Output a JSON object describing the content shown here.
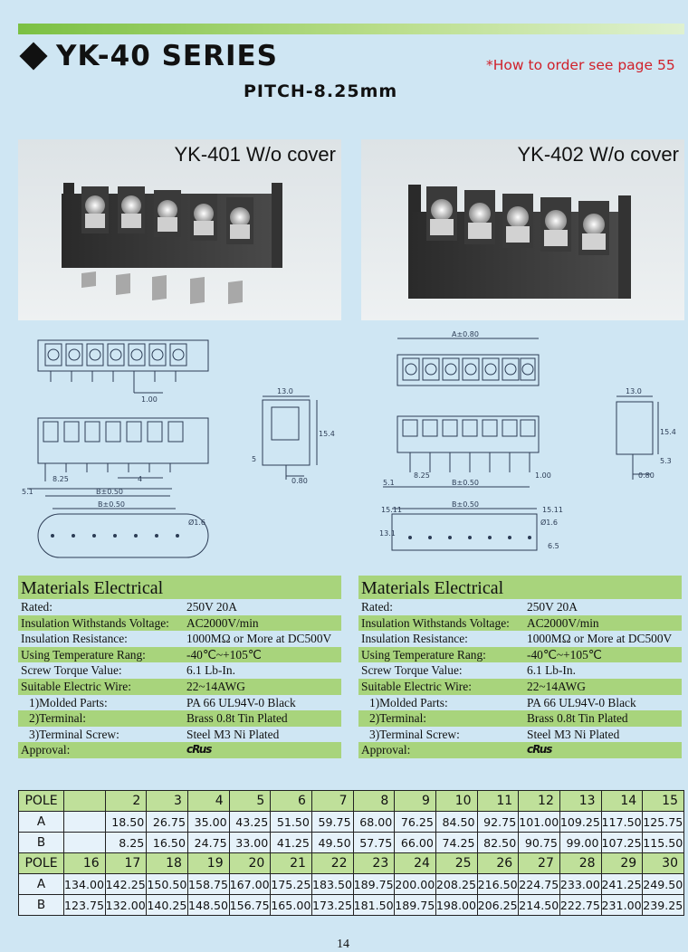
{
  "header": {
    "series_title": "YK-40 SERIES",
    "order_note": "*How to order see page 55",
    "pitch": "PITCH-8.25mm"
  },
  "colors": {
    "accent_green": "#a8d47c",
    "order_red": "#d0202a",
    "background": "#cfe6f3"
  },
  "products": [
    {
      "caption": "YK-401 W/o cover"
    },
    {
      "caption": "YK-402 W/o cover"
    }
  ],
  "drawings": {
    "left": {
      "dim_100": "1.00",
      "dim_130": "13.0",
      "dim_154": "15.4",
      "dim_5": "5",
      "dim_080": "0.80",
      "dim_825": "8.25",
      "dim_4": "4",
      "dim_51": "5.1",
      "dim_B": "B±0.50",
      "dim_B2": "B±0.50",
      "dim_phi": "Ø1.6"
    },
    "right": {
      "dim_A": "A±0.80",
      "dim_130": "13.0",
      "dim_154": "15.4",
      "dim_53": "5.3",
      "dim_080": "0.80",
      "dim_825": "8.25",
      "dim_100": "1.00",
      "dim_51": "5.1",
      "dim_B": "B±0.50",
      "dim_1511a": "15.11",
      "dim_1511b": "15.11",
      "dim_B2": "B±0.50",
      "dim_131": "13.1",
      "dim_phi": "Ø1.6",
      "dim_65": "6.5"
    }
  },
  "materials": {
    "heading": "Materials Electrical",
    "rows": [
      {
        "key": "Rated:",
        "value": "250V  20A"
      },
      {
        "key": "Insulation Withstands Voltage:",
        "value": "AC2000V/min"
      },
      {
        "key": "Insulation Resistance:",
        "value": "1000MΩ or More at DC500V"
      },
      {
        "key": "Using Temperature Rang:",
        "value": "-40℃~+105℃"
      },
      {
        "key": "Screw Torque Value:",
        "value": "6.1 Lb-In."
      },
      {
        "key": "Suitable Electric Wire:",
        "value": "22~14AWG"
      },
      {
        "key": "1)Molded Parts:",
        "value": "PA 66 UL94V-0 Black"
      },
      {
        "key": "2)Terminal:",
        "value": "Brass 0.8t Tin Plated"
      },
      {
        "key": "3)Terminal Screw:",
        "value": "Steel M3 Ni Plated"
      },
      {
        "key": "Approval:",
        "value": "cRus"
      }
    ]
  },
  "table": {
    "pole_label": "POLE",
    "a_label": "A",
    "b_label": "B",
    "poles_1": [
      "",
      "2",
      "3",
      "4",
      "5",
      "6",
      "7",
      "8",
      "9",
      "10",
      "11",
      "12",
      "13",
      "14",
      "15"
    ],
    "a_1": [
      "",
      "18.50",
      "26.75",
      "35.00",
      "43.25",
      "51.50",
      "59.75",
      "68.00",
      "76.25",
      "84.50",
      "92.75",
      "101.00",
      "109.25",
      "117.50",
      "125.75"
    ],
    "b_1": [
      "",
      "8.25",
      "16.50",
      "24.75",
      "33.00",
      "41.25",
      "49.50",
      "57.75",
      "66.00",
      "74.25",
      "82.50",
      "90.75",
      "99.00",
      "107.25",
      "115.50"
    ],
    "poles_2": [
      "16",
      "17",
      "18",
      "19",
      "20",
      "21",
      "22",
      "23",
      "24",
      "25",
      "26",
      "27",
      "28",
      "29",
      "30"
    ],
    "a_2": [
      "134.00",
      "142.25",
      "150.50",
      "158.75",
      "167.00",
      "175.25",
      "183.50",
      "189.75",
      "200.00",
      "208.25",
      "216.50",
      "224.75",
      "233.00",
      "241.25",
      "249.50"
    ],
    "b_2": [
      "123.75",
      "132.00",
      "140.25",
      "148.50",
      "156.75",
      "165.00",
      "173.25",
      "181.50",
      "189.75",
      "198.00",
      "206.25",
      "214.50",
      "222.75",
      "231.00",
      "239.25"
    ]
  },
  "page_number": "14"
}
